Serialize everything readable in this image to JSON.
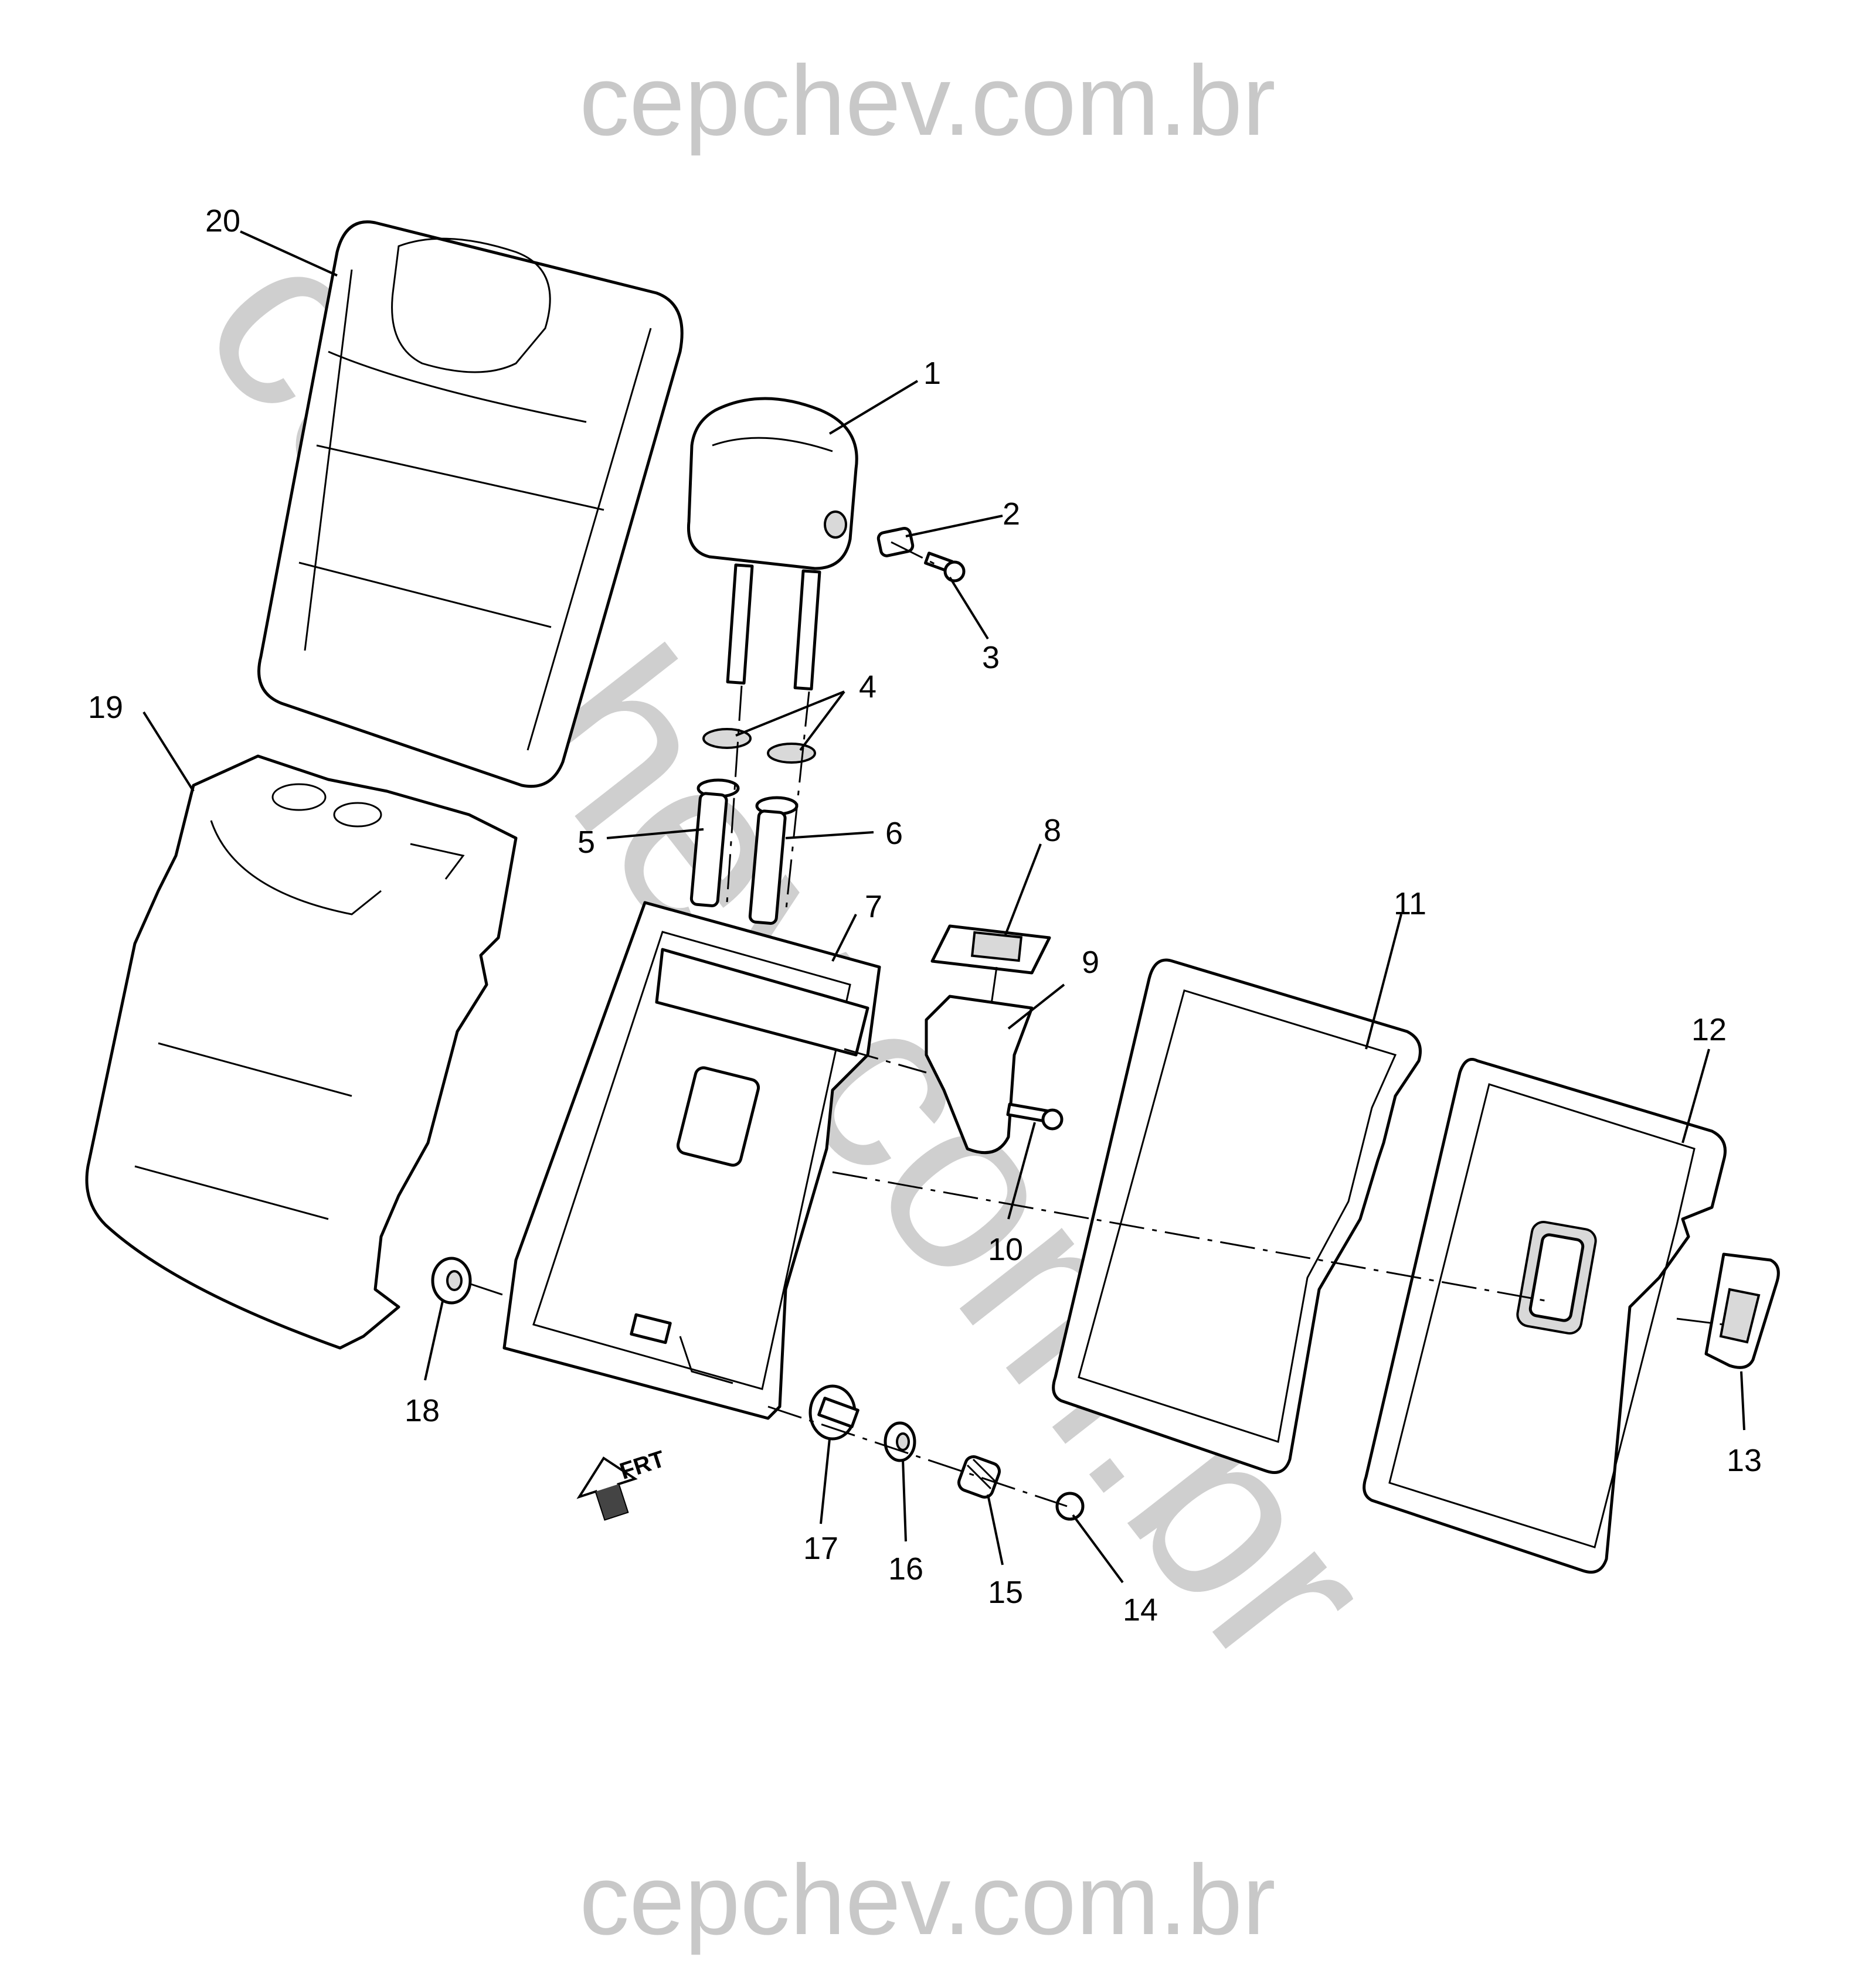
{
  "watermark": {
    "top": "cepchev.com.br",
    "bottom": "cepchev.com.br",
    "diagonal": "cepchev.com.br"
  },
  "callouts": [
    "1",
    "2",
    "3",
    "4",
    "5",
    "6",
    "7",
    "8",
    "9",
    "10",
    "11",
    "12",
    "13",
    "14",
    "15",
    "16",
    "17",
    "18",
    "19",
    "20"
  ],
  "direction_badge": {
    "label": "FRT",
    "icon": "front-arrow-icon"
  }
}
